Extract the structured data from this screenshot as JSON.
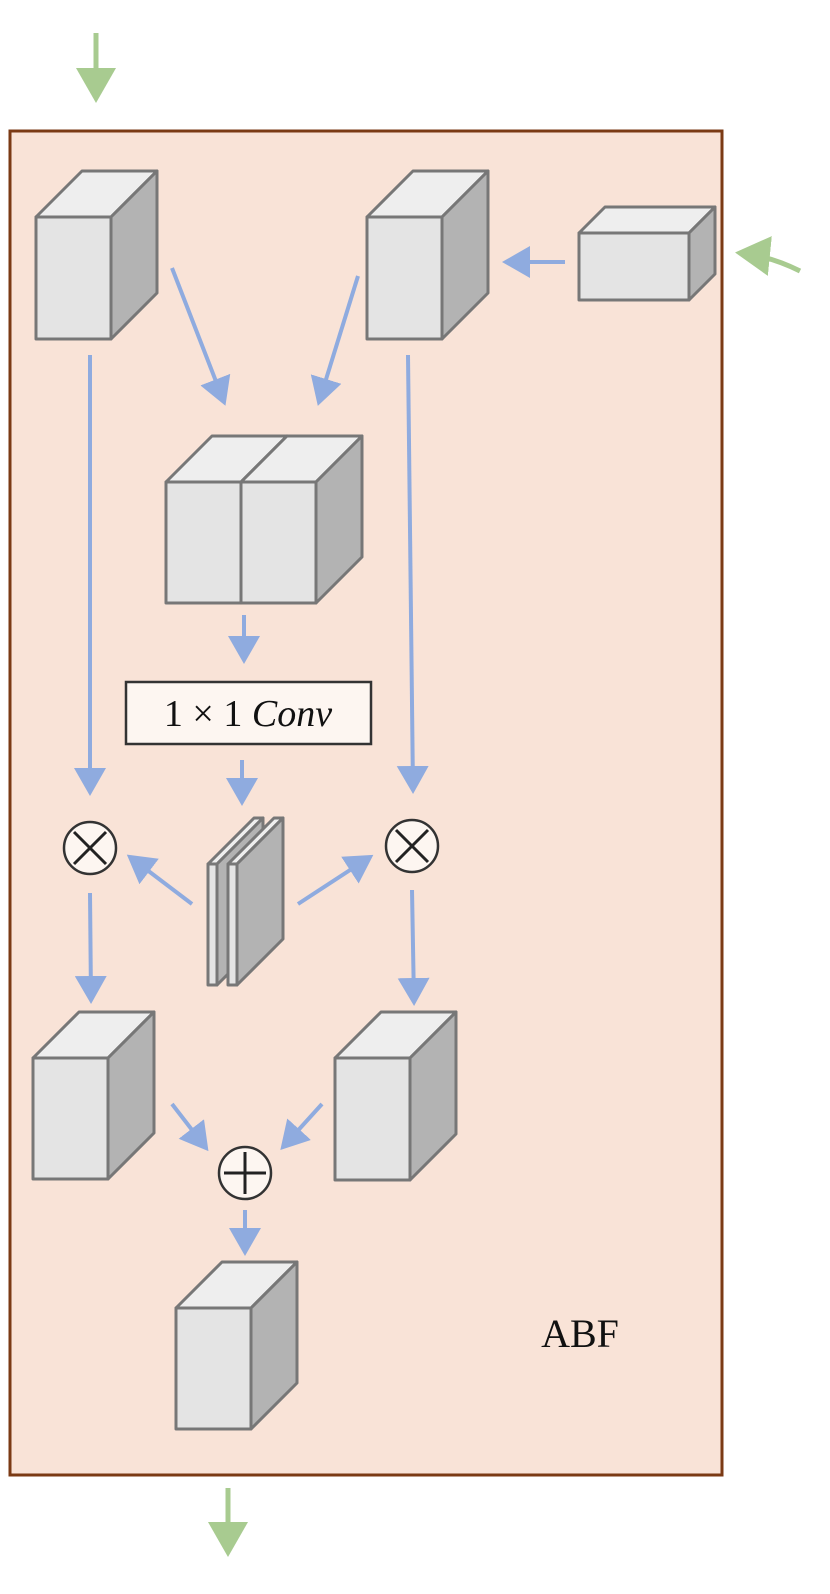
{
  "block": {
    "label": "ABF",
    "background": "#f9e3d7",
    "border": "#7b3a14"
  },
  "conv": {
    "prefix": "1 × 1 ",
    "name": "Conv"
  },
  "ops": {
    "multiply_symbol": "⊗",
    "add_symbol": "⊕"
  },
  "colors": {
    "flow_arrow": "#8fabdf",
    "io_arrow": "#a8cb90",
    "cube_front": "#e4e4e4",
    "cube_top": "#eeeeee",
    "cube_side": "#b3b3b3",
    "cube_edge": "#777777"
  }
}
